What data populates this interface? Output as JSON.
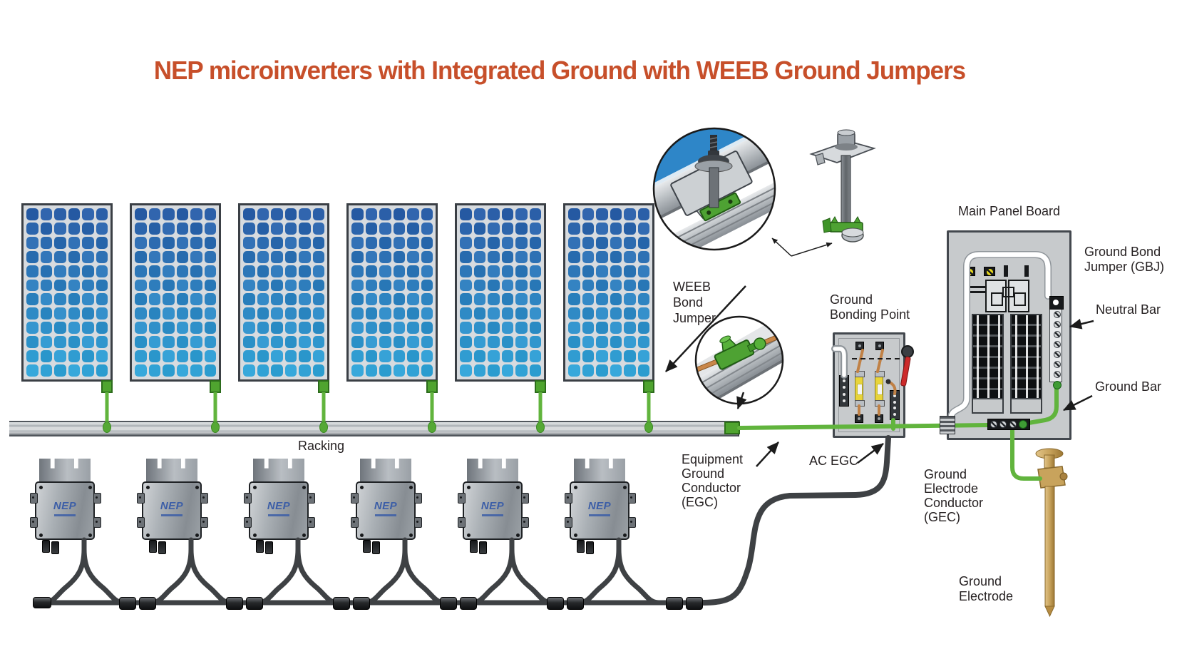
{
  "title": "NEP microinverters with Integrated Ground with WEEB Ground Jumpers",
  "array": {
    "panel_count": 6,
    "cell_rows": 12,
    "cell_cols": 6,
    "microinverter_count": 6,
    "microinverter_logo": "NEP"
  },
  "labels": {
    "racking": "Racking",
    "weeb_bond_jumper": [
      "WEEB",
      "Bond",
      "Jumper"
    ],
    "ground_bonding_point": [
      "Ground",
      "Bonding Point"
    ],
    "main_panel_board": "Main Panel Board",
    "ground_bond_jumper_gbj": [
      "Ground Bond",
      "Jumper (GBJ)"
    ],
    "neutral_bar": "Neutral Bar",
    "ground_bar": "Ground Bar",
    "equipment_ground_conductor": [
      "Equipment",
      "Ground",
      "Conductor",
      "(EGC)"
    ],
    "ac_egc": "AC EGC",
    "ground_electrode_conductor": [
      "Ground",
      "Electrode",
      "Conductor",
      "(GEC)"
    ],
    "ground_electrode": [
      "Ground",
      "Electrode"
    ]
  },
  "colors": {
    "title": "#c74f2a",
    "label_text": "#272223",
    "wire_green": "#61b43d",
    "connector_green": "#4fa42f",
    "cell_top": "#2b5fa8",
    "cell_bottom": "#31a2d5",
    "cable_dark": "#3e4144",
    "copper": "#c08146",
    "fuse_yellow": "#e8d43a",
    "brass": "#c8a35c",
    "handle_red": "#cc2a2a",
    "logo_blue": "#3c5ea7"
  }
}
